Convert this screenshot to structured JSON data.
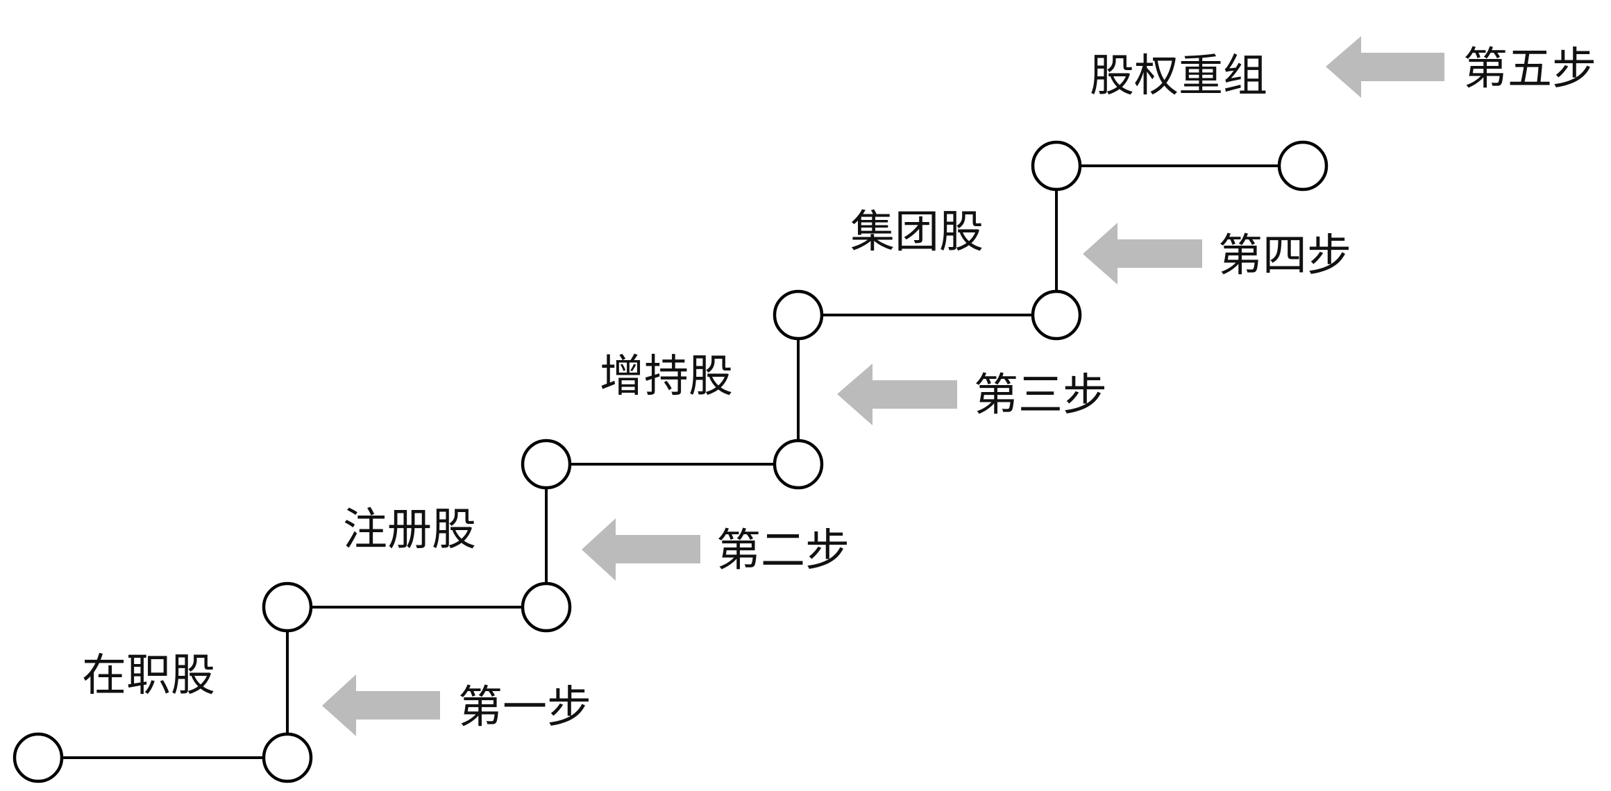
{
  "diagram": {
    "stages": [
      {
        "label": "在职股"
      },
      {
        "label": "注册股"
      },
      {
        "label": "增持股"
      },
      {
        "label": "集团股"
      },
      {
        "label": "股权重组"
      }
    ],
    "steps": [
      {
        "label": "第一步"
      },
      {
        "label": "第二步"
      },
      {
        "label": "第三步"
      },
      {
        "label": "第四步"
      },
      {
        "label": "第五步"
      }
    ],
    "colors": {
      "line": "#000000",
      "node_fill": "#ffffff",
      "arrow": "#bbbbbb",
      "text": "#111111"
    }
  }
}
